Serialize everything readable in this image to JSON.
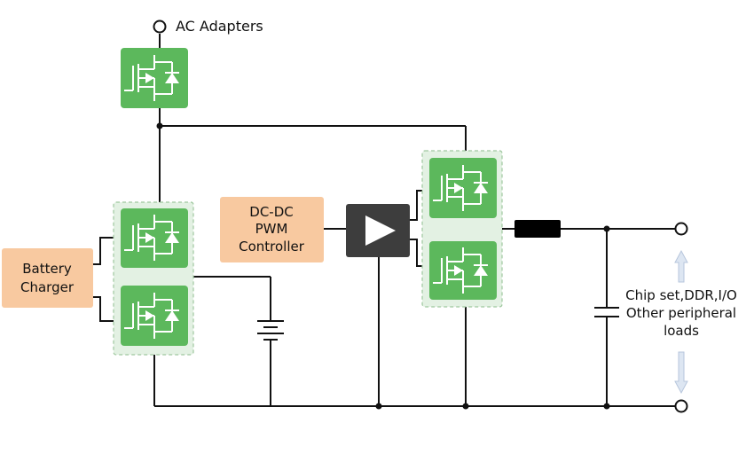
{
  "labels": {
    "ac_adapters": "AC Adapters",
    "battery_charger": [
      "Battery",
      "Charger"
    ],
    "pwm_controller": [
      "DC-DC",
      "PWM",
      "Controller"
    ],
    "loads": [
      "Chip set,DDR,I/O",
      "Other peripheral",
      "loads"
    ]
  },
  "colors": {
    "mosfet_fill": "#5cb85c",
    "group_fill": "#e3f1e3",
    "group_border": "#9fc89f",
    "controller_fill": "#f8c9a0",
    "driver_fill": "#3d3d3d",
    "inductor_fill": "#000000",
    "arrow_fill": "#dde6f2",
    "wire": "#111111"
  },
  "icons": {
    "mosfet": "mosfet-switch-icon",
    "driver": "gate-driver-amplifier-icon",
    "battery": "battery-icon",
    "capacitor": "capacitor-icon",
    "inductor": "inductor-icon",
    "terminal": "terminal-node-icon",
    "arrow": "load-arrow-icon"
  }
}
